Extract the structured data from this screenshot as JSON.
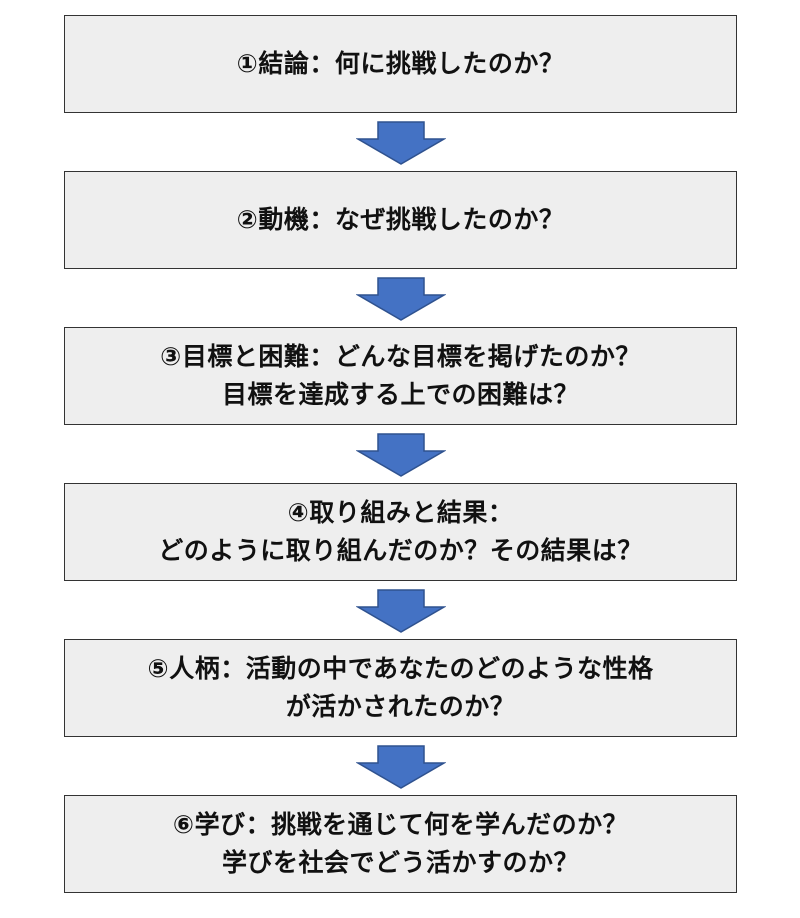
{
  "colors": {
    "box_fill": "#eeeeee",
    "box_border": "#333333",
    "arrow_fill": "#4472c4",
    "arrow_stroke": "#2f528f",
    "text": "#111111"
  },
  "steps": [
    {
      "lines": [
        "①結論：何に挑戦したのか？"
      ]
    },
    {
      "lines": [
        "②動機：なぜ挑戦したのか？"
      ]
    },
    {
      "lines": [
        "③目標と困難：どんな目標を掲げたのか？",
        "目標を達成する上での困難は？"
      ]
    },
    {
      "lines": [
        "④取り組みと結果：",
        "どのように取り組んだのか？その結果は？"
      ]
    },
    {
      "lines": [
        "⑤人柄：活動の中であなたのどのような性格",
        "が活かされたのか？"
      ]
    },
    {
      "lines": [
        "⑥学び：挑戦を通じて何を学んだのか？",
        "学びを社会でどう活かすのか？"
      ]
    }
  ]
}
